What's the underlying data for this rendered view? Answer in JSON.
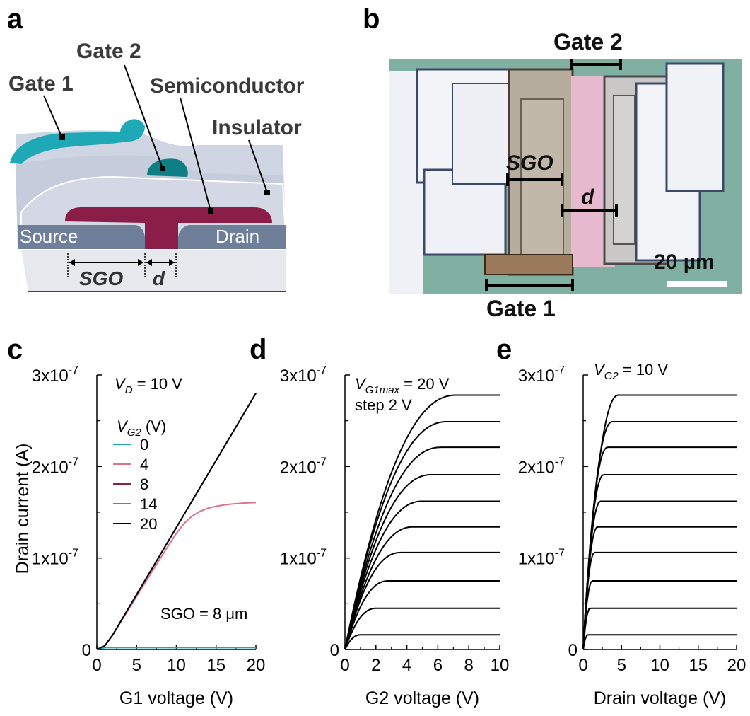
{
  "panels": {
    "a": {
      "label": "a",
      "callouts": {
        "gate1": "Gate 1",
        "gate2": "Gate 2",
        "semiconductor": "Semiconductor",
        "insulator": "Insulator"
      },
      "source": "Source",
      "drain": "Drain",
      "sgo": "SGO",
      "d": "d",
      "colors": {
        "gate1": "#1fa9b7",
        "gate2": "#0e7f86",
        "semiconductor": "#8b1e48",
        "electrode": "#6f7f99",
        "insulator": "#cdd3e0",
        "substrate": "#e4e6ec"
      }
    },
    "b": {
      "label": "b",
      "gate2": "Gate 2",
      "gate1": "Gate 1",
      "sgo": "SGO",
      "d": "d",
      "scale": "20 µm"
    },
    "c": {
      "label": "c",
      "vd_sym": "V",
      "vd_sub": "D",
      "vd_val": " = 10 V",
      "leg_sym": "V",
      "leg_sub": "G2",
      "leg_unit": " (V)",
      "sgo_note": "SGO = 8 μm"
    },
    "d": {
      "label": "d",
      "v_sym": "V",
      "v_sub": "G1max",
      "v_val": " = 20 V",
      "step": "step 2 V"
    },
    "e": {
      "label": "e",
      "v_sym": "V",
      "v_sub": "G2",
      "v_val": " = 10 V"
    }
  },
  "shared": {
    "ylabel": "Drain current (A)",
    "ytick_labels": [
      "0",
      "1x10",
      "2x10",
      "3x10"
    ],
    "ytick_exp": "-7"
  },
  "chart_data": [
    {
      "panel": "c",
      "type": "line",
      "xlabel": "G1 voltage (V)",
      "ylabel": "Drain current (A)",
      "xlim": [
        0,
        20
      ],
      "ylim": [
        0,
        3e-07
      ],
      "xticks": [
        0,
        5,
        10,
        15,
        20
      ],
      "yticks": [
        0,
        1e-07,
        2e-07,
        3e-07
      ],
      "legend_title": "VG2 (V)",
      "series": [
        {
          "name": "0",
          "color": "#1aa7c7",
          "x": [
            0,
            1,
            5,
            10,
            15,
            20
          ],
          "y": [
            0,
            2e-09,
            2e-09,
            2e-09,
            2e-09,
            2e-09
          ]
        },
        {
          "name": "4",
          "color": "#e0708a",
          "x": [
            0,
            1,
            2,
            4,
            6,
            8,
            10,
            11,
            12,
            13,
            14,
            15,
            16,
            17,
            18,
            19,
            20
          ],
          "y": [
            0,
            4e-09,
            1.6e-08,
            4.4e-08,
            7.2e-08,
            1e-07,
            1.27e-07,
            1.38e-07,
            1.46e-07,
            1.51e-07,
            1.545e-07,
            1.565e-07,
            1.58e-07,
            1.59e-07,
            1.597e-07,
            1.602e-07,
            1.605e-07
          ]
        },
        {
          "name": "8",
          "color": "#8b1e48",
          "x": [
            0,
            1,
            2,
            20
          ],
          "y": [
            0,
            4e-09,
            1.6e-08,
            2.8e-07
          ]
        },
        {
          "name": "14",
          "color": "#6a7fa3",
          "x": [
            0,
            1,
            2,
            20
          ],
          "y": [
            0,
            4e-09,
            1.6e-08,
            2.8e-07
          ]
        },
        {
          "name": "20",
          "color": "#000000",
          "x": [
            0,
            1,
            2,
            20
          ],
          "y": [
            0,
            4e-09,
            1.6e-08,
            2.8e-07
          ]
        }
      ]
    },
    {
      "panel": "d",
      "type": "line",
      "xlabel": "G2 voltage (V)",
      "ylabel": "Drain current (A)",
      "xlim": [
        0,
        10
      ],
      "ylim": [
        0,
        3e-07
      ],
      "xticks": [
        0,
        2,
        4,
        6,
        8,
        10
      ],
      "yticks": [
        0,
        1e-07,
        2e-07,
        3e-07
      ],
      "series_saturation": [
        1.6e-08,
        4.5e-08,
        7.5e-08,
        1.06e-07,
        1.34e-07,
        1.62e-07,
        1.91e-07,
        2.21e-07,
        2.49e-07,
        2.78e-07
      ],
      "knee_x": [
        1.0,
        2.0,
        2.8,
        3.6,
        4.4,
        5.0,
        5.6,
        6.2,
        6.6,
        7.2
      ],
      "color": "#000000"
    },
    {
      "panel": "e",
      "type": "line",
      "xlabel": "Drain voltage (V)",
      "ylabel": "Drain current (A)",
      "xlim": [
        0,
        20
      ],
      "ylim": [
        0,
        3e-07
      ],
      "xticks": [
        0,
        5,
        10,
        15,
        20
      ],
      "yticks": [
        0,
        1e-07,
        2e-07,
        3e-07
      ],
      "series_saturation": [
        1.6e-08,
        4.5e-08,
        7.5e-08,
        1.06e-07,
        1.34e-07,
        1.62e-07,
        1.91e-07,
        2.21e-07,
        2.49e-07,
        2.78e-07
      ],
      "knee_x": [
        0.6,
        0.9,
        1.2,
        1.5,
        1.9,
        2.3,
        2.7,
        3.2,
        3.8,
        4.6
      ],
      "color": "#000000"
    }
  ]
}
